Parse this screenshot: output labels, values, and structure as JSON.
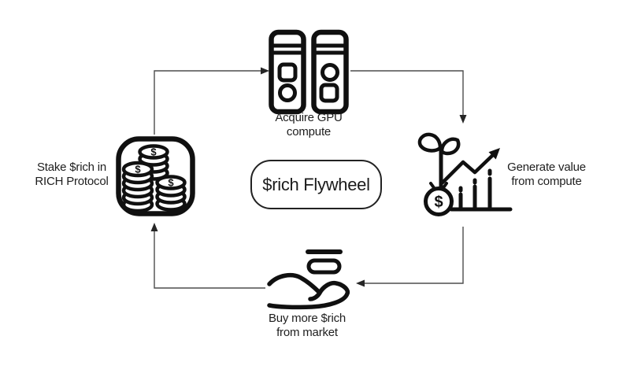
{
  "title": {
    "text": "$rich Flywheel"
  },
  "nodes": {
    "acquire": {
      "line1": "Acquire GPU",
      "line2": "compute",
      "icon": "gpu-servers-icon"
    },
    "generate": {
      "line1": "Generate value",
      "line2": "from compute",
      "icon": "money-plant-growth-chart-icon"
    },
    "buy": {
      "line1": "Buy more $rich",
      "line2": "from market",
      "icon": "hand-receiving-coins-icon"
    },
    "stake": {
      "line1": "Stake $rich in",
      "line2": "RICH Protocol",
      "icon": "stacked-coins-icon"
    }
  },
  "glyphs": {
    "dollar": "$"
  },
  "colors": {
    "background": "#ffffff",
    "icon_ink": "#101010",
    "text": "#1e1e1e",
    "arrow_line": "#4d4d4d",
    "arrow_head": "#262626"
  }
}
